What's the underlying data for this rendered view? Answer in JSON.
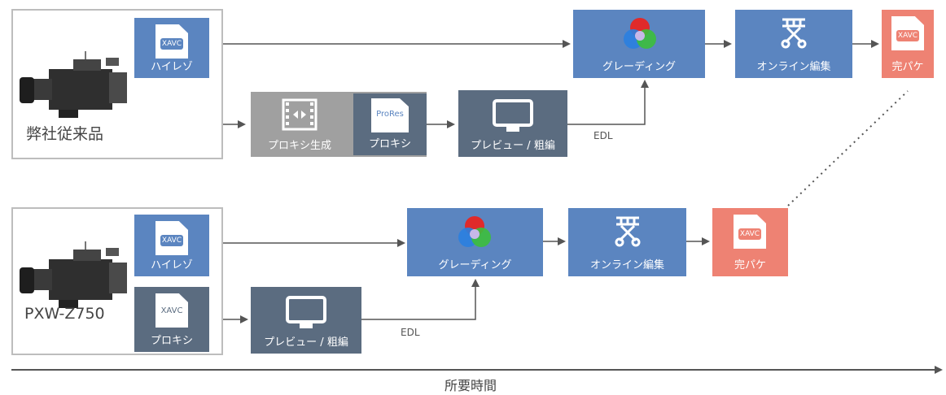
{
  "top": {
    "camera_label": "弊社従来品",
    "hires_file_tag": "XAVC",
    "hires_label": "ハイレゾ",
    "proxy_gen_label": "プロキシ生成",
    "proxy_file_tag": "ProRes",
    "proxy_label": "プロキシ",
    "preview_label": "プレビュー / 粗編",
    "edl_label": "EDL",
    "grading_label": "グレーディング",
    "online_label": "オンライン編集",
    "final_file_tag": "XAVC",
    "final_label": "完パケ"
  },
  "bottom": {
    "camera_label": "PXW-Z750",
    "hires_file_tag": "XAVC",
    "hires_label": "ハイレゾ",
    "proxy_file_tag": "XAVC",
    "proxy_label": "プロキシ",
    "preview_label": "プレビュー / 粗編",
    "edl_label": "EDL",
    "grading_label": "グレーディング",
    "online_label": "オンライン編集",
    "final_file_tag": "XAVC",
    "final_label": "完パケ"
  },
  "time_axis_label": "所要時間",
  "colors": {
    "blue": "#5b85c0",
    "slate": "#5b6c80",
    "gray": "#a0a0a0",
    "salmon": "#ee8273"
  }
}
